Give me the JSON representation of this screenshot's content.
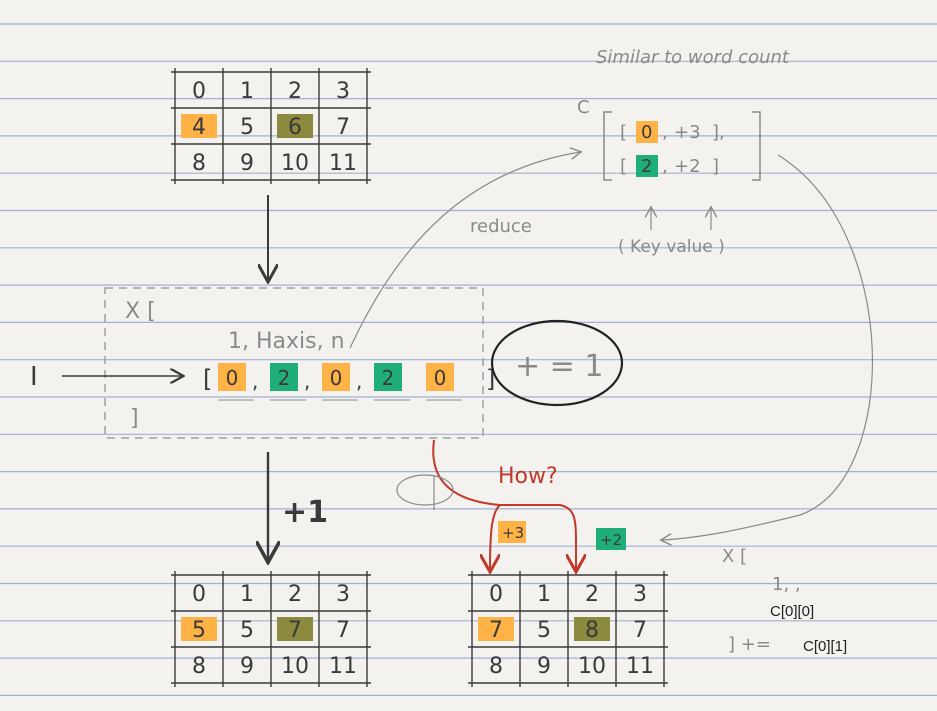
{
  "colors": {
    "paper": "#f3f2ee",
    "rule": "#9fb3cf",
    "ink": "#3a3a3a",
    "light_ink": "#8a8a8a",
    "red_ink": "#c0392b",
    "orange_highlight": "#ffb347",
    "green_highlight": "#1fae7a",
    "olive_highlight": "#8c8a3e"
  },
  "header_note": "Similar to word count",
  "top_grid": {
    "cells": [
      [
        "0",
        "1",
        "2",
        "3"
      ],
      [
        "4",
        "5",
        "6",
        "7"
      ],
      [
        "8",
        "9",
        "10",
        "11"
      ]
    ],
    "highlights": {
      "orange": [
        [
          1,
          0
        ]
      ],
      "olive": [
        [
          1,
          2
        ]
      ]
    }
  },
  "reduce_label": "reduce",
  "C_label": "C",
  "C_rows": [
    {
      "key": "0",
      "value": "+3",
      "sep": ",",
      "open": "[",
      "close": "],",
      "key_color": "orange"
    },
    {
      "key": "2",
      "value": "+2",
      "sep": ",",
      "open": "[",
      "close": "]",
      "key_color": "green"
    }
  ],
  "key_value_note": "( Key  value )",
  "X_open": "X [",
  "X_close": "]",
  "middle_text": "1, Haxis, n",
  "I_label": "I",
  "middle_array": {
    "open": "[",
    "close": "]",
    "items": [
      {
        "text": "0",
        "color": "orange"
      },
      {
        "text": "2",
        "color": "green"
      },
      {
        "text": "0",
        "color": "orange"
      },
      {
        "text": "2",
        "color": "green"
      },
      {
        "text": "0",
        "color": "orange"
      }
    ],
    "seps": [
      ",",
      ",",
      ",",
      ""
    ]
  },
  "circle_note": "+ = 1",
  "plus_one_label": "+1",
  "how_label": "How?",
  "plus3_badge": "+3",
  "plus2_badge": "+2",
  "bottom_left_grid": {
    "cells": [
      [
        "0",
        "1",
        "2",
        "3"
      ],
      [
        "5",
        "5",
        "7",
        "7"
      ],
      [
        "8",
        "9",
        "10",
        "11"
      ]
    ],
    "highlights": {
      "orange": [
        [
          1,
          0
        ]
      ],
      "olive": [
        [
          1,
          2
        ]
      ]
    }
  },
  "bottom_right_grid": {
    "cells": [
      [
        "0",
        "1",
        "2",
        "3"
      ],
      [
        "7",
        "5",
        "8",
        "7"
      ],
      [
        "8",
        "9",
        "10",
        "11"
      ]
    ],
    "highlights": {
      "orange": [
        [
          1,
          0
        ]
      ],
      "olive": [
        [
          1,
          2
        ]
      ]
    }
  },
  "right_note": {
    "line1": "X [",
    "line2": "1, ,",
    "line3": "] +="
  },
  "typed_c00": "C[0][0]",
  "typed_c01": "C[0][1]"
}
